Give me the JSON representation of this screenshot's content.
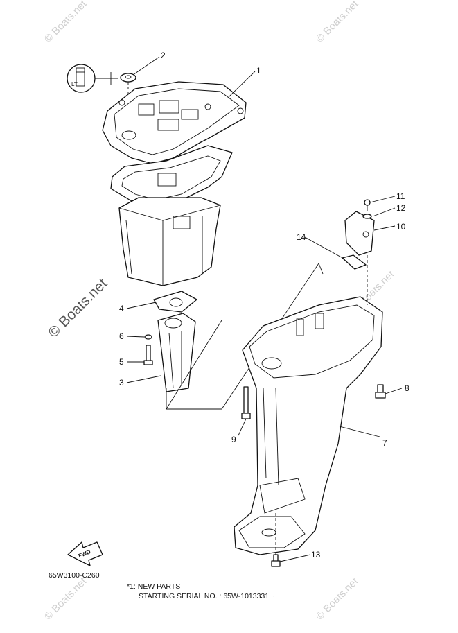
{
  "watermarks": {
    "corner_text": "© Boats.net",
    "side_text": "© Boats.net"
  },
  "callouts": [
    "1",
    "2",
    "3",
    "4",
    "5",
    "6",
    "7",
    "8",
    "9",
    "10",
    "11",
    "12",
    "13",
    "14"
  ],
  "diagram_code": "65W3100-C260",
  "footnote": {
    "line1": "*1: NEW PARTS",
    "line2": "STARTING SERIAL NO. : 65W-1013331 ~"
  },
  "fwd_label": "FWD",
  "sealant_label": "LT",
  "colors": {
    "line": "#111111",
    "watermark": "#cfcfcf",
    "background": "#ffffff"
  }
}
